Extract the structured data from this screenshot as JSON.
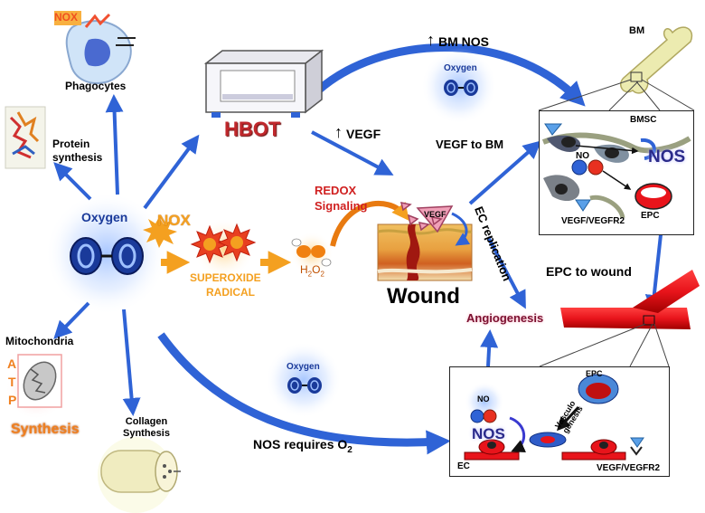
{
  "labels": {
    "nox_top": "NOX",
    "phagocytes": "Phagocytes",
    "protein_synthesis": "Protein\nsynthesis",
    "hbot": "HBOT",
    "bm_nos": "BM NOS",
    "oxygen_top": "Oxygen",
    "bm": "BM",
    "bmsc": "BMSC",
    "no_top": "NO",
    "nos_top": "NOS",
    "vegf_vegfr2_top": "VEGF/VEGFR2",
    "epc_top": "EPC",
    "vegf": "VEGF",
    "vegf_to_bm": "VEGF to BM",
    "oxygen_main": "Oxygen",
    "nox_main": "NOX",
    "redox_signaling": "REDOX\nSignaling",
    "vegf_triangle": "VEGF",
    "ec_replication": "EC replication",
    "epc_to_wound": "EPC to wound",
    "superoxide": "SUPEROXIDE",
    "radical": "RADICAL",
    "h2o2": "H",
    "h2o2_sub1": "2",
    "h2o2_o": "O",
    "h2o2_sub2": "2",
    "wound": "Wound",
    "angiogenesis": "Angiogenesis",
    "mitochondria": "Mitochondria",
    "atp_a": "A",
    "atp_t": "T",
    "atp_p": "P",
    "atp_synthesis": "Synthesis",
    "collagen_synthesis": "Collagen\nSynthesis",
    "oxygen_bottom": "Oxygen",
    "nos_requires": "NOS requires O",
    "nos_requires_sub": "2",
    "no_bottom": "NO",
    "nos_bottom": "NOS",
    "epc_bottom": "EPC",
    "vasculo_genesis": "Vasculo\ngenesis",
    "ec_bottom": "EC",
    "vegf_vegfr2_bottom": "VEGF/VEGFR2"
  },
  "colors": {
    "arrow_blue": "#2f63d6",
    "arrow_blue_light": "#6f9bf0",
    "hbot_red": "#c0282c",
    "nox_orange": "#f4a020",
    "vessel_red": "#e8141b",
    "ec_red": "#e8141b",
    "redox_red": "#d02020"
  }
}
